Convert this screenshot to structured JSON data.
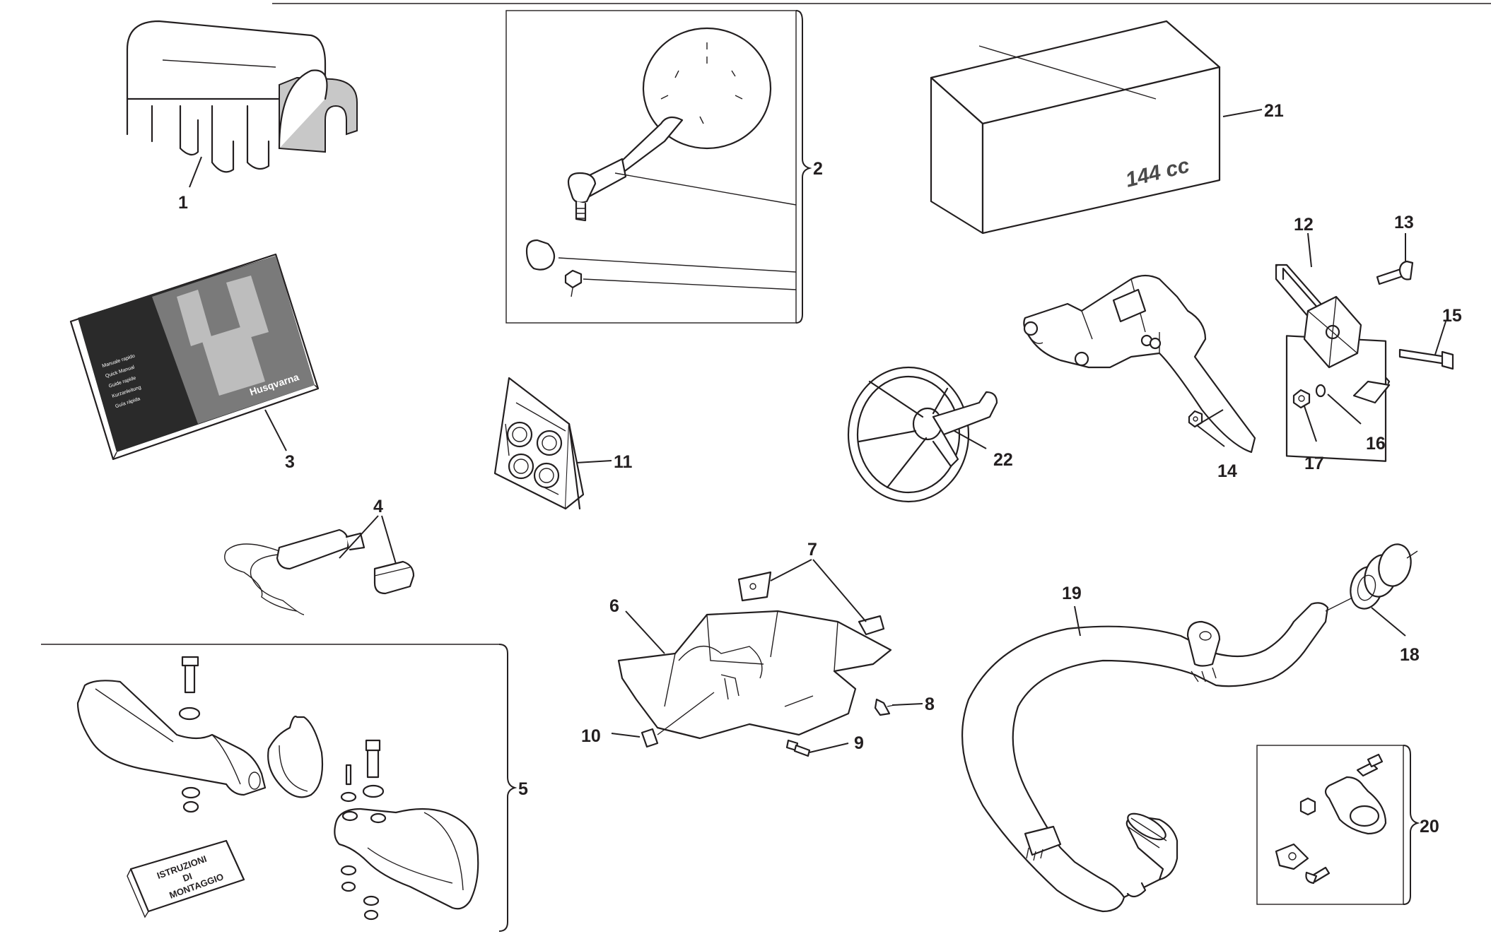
{
  "callouts": {
    "c1": "1",
    "c2": "2",
    "c3": "3",
    "c4": "4",
    "c5": "5",
    "c6": "6",
    "c7": "7",
    "c8": "8",
    "c9": "9",
    "c10": "10",
    "c11": "11",
    "c12": "12",
    "c13": "13",
    "c14": "14",
    "c15": "15",
    "c16": "16",
    "c17": "17",
    "c18": "18",
    "c19": "19",
    "c20": "20",
    "c21": "21",
    "c22": "22"
  },
  "box_label": "144 cc",
  "manual": {
    "brand": "Husqvarna",
    "lines": [
      "Manuale rapido",
      "Quick Manual",
      "Guide rapide",
      "Kurzanleitung",
      "Guía rápida"
    ]
  },
  "instructions_card": [
    "ISTRUZIONI",
    "DI",
    "MONTAGGIO"
  ]
}
